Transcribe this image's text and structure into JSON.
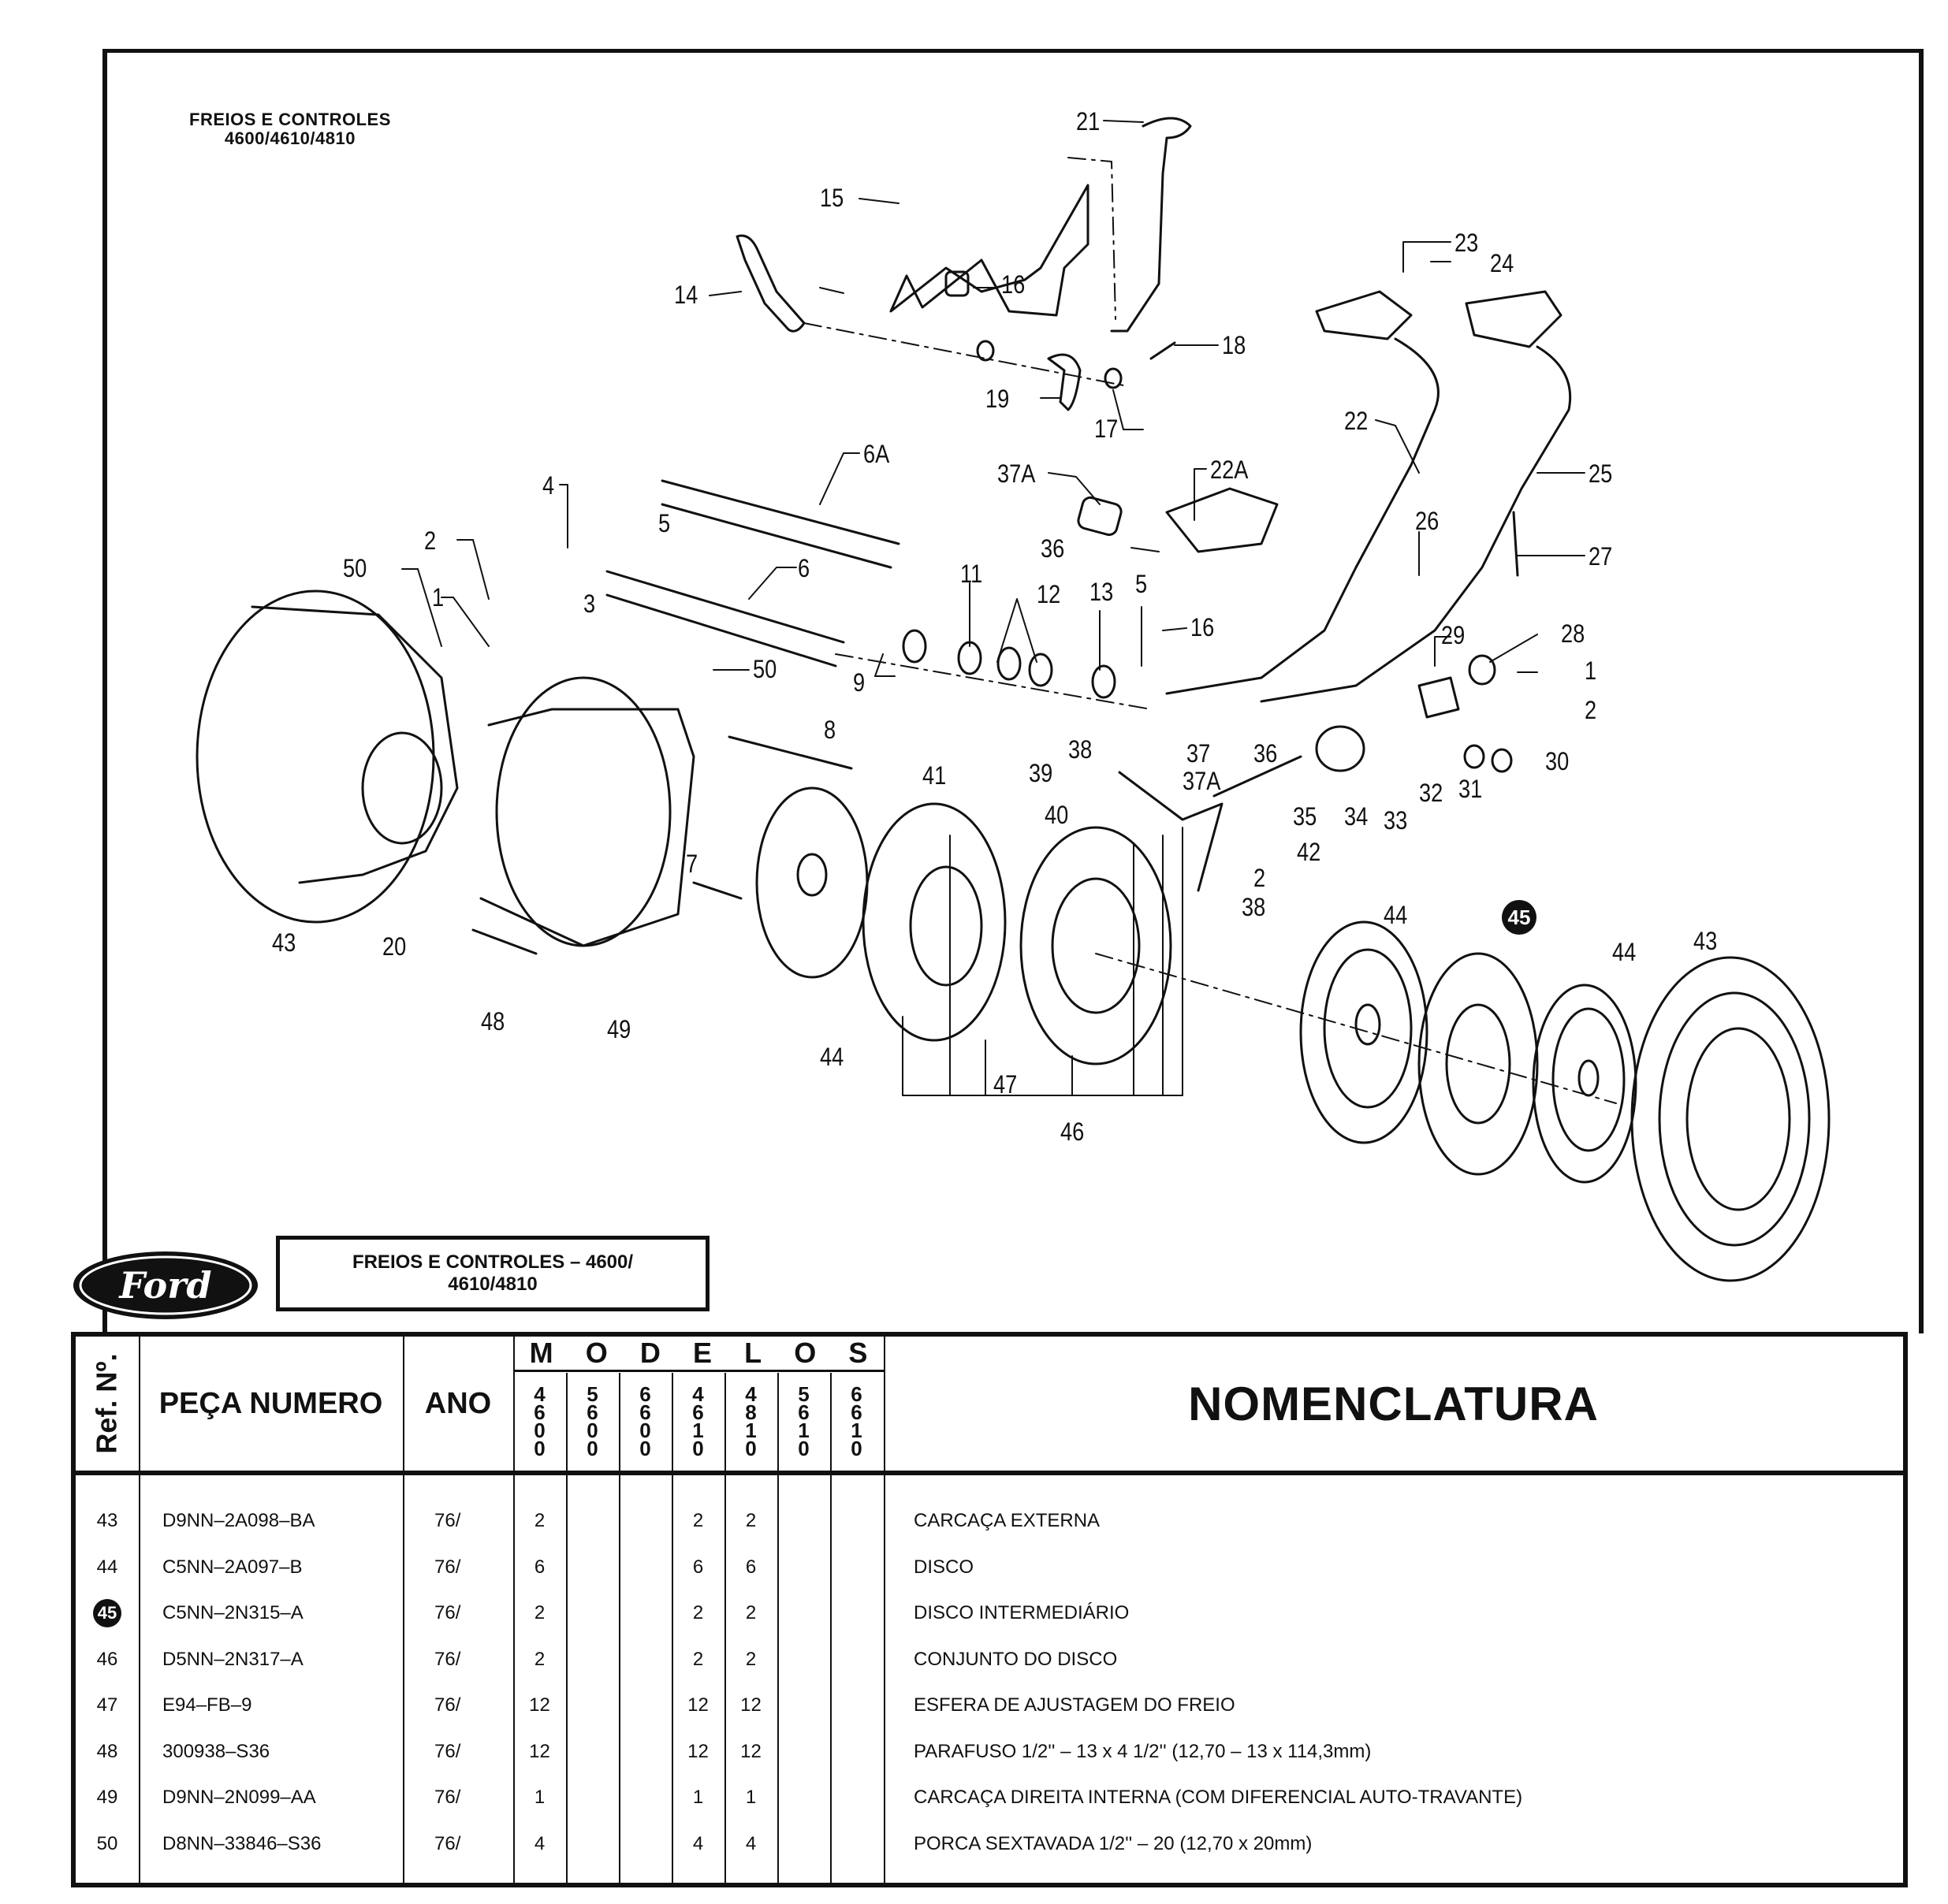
{
  "diagram": {
    "title_line1": "FREIOS E CONTROLES",
    "title_line2": "4600/4610/4810",
    "callouts": [
      {
        "id": "c21",
        "text": "21"
      },
      {
        "id": "c15",
        "text": "15"
      },
      {
        "id": "c16a",
        "text": "16"
      },
      {
        "id": "c14",
        "text": "14"
      },
      {
        "id": "c18",
        "text": "18"
      },
      {
        "id": "c19",
        "text": "19"
      },
      {
        "id": "c17",
        "text": "17"
      },
      {
        "id": "c23",
        "text": "23"
      },
      {
        "id": "c24",
        "text": "24"
      },
      {
        "id": "c22",
        "text": "22"
      },
      {
        "id": "c25",
        "text": "25"
      },
      {
        "id": "c6A",
        "text": "6A"
      },
      {
        "id": "c37A",
        "text": "37A"
      },
      {
        "id": "c22A",
        "text": "22A"
      },
      {
        "id": "c4",
        "text": "4"
      },
      {
        "id": "c5a",
        "text": "5"
      },
      {
        "id": "c36a",
        "text": "36"
      },
      {
        "id": "c26",
        "text": "26"
      },
      {
        "id": "c27",
        "text": "27"
      },
      {
        "id": "c50a",
        "text": "50"
      },
      {
        "id": "c2a",
        "text": "2"
      },
      {
        "id": "c6",
        "text": "6"
      },
      {
        "id": "c3",
        "text": "3"
      },
      {
        "id": "c1a",
        "text": "1"
      },
      {
        "id": "c11",
        "text": "11"
      },
      {
        "id": "c12",
        "text": "12"
      },
      {
        "id": "c13",
        "text": "13"
      },
      {
        "id": "c5b",
        "text": "5"
      },
      {
        "id": "c16b",
        "text": "16"
      },
      {
        "id": "c29",
        "text": "29"
      },
      {
        "id": "c28",
        "text": "28"
      },
      {
        "id": "c1b",
        "text": "1"
      },
      {
        "id": "c50b",
        "text": "50"
      },
      {
        "id": "c9",
        "text": "9"
      },
      {
        "id": "c2b",
        "text": "2"
      },
      {
        "id": "c8",
        "text": "8"
      },
      {
        "id": "c37",
        "text": "37"
      },
      {
        "id": "c37A2",
        "text": "37A"
      },
      {
        "id": "c36b",
        "text": "36"
      },
      {
        "id": "c32",
        "text": "32"
      },
      {
        "id": "c31",
        "text": "31"
      },
      {
        "id": "c30",
        "text": "30"
      },
      {
        "id": "c38a",
        "text": "38"
      },
      {
        "id": "c39",
        "text": "39"
      },
      {
        "id": "c41",
        "text": "41"
      },
      {
        "id": "c35",
        "text": "35"
      },
      {
        "id": "c34",
        "text": "34"
      },
      {
        "id": "c33",
        "text": "33"
      },
      {
        "id": "c40",
        "text": "40"
      },
      {
        "id": "c42",
        "text": "42"
      },
      {
        "id": "c7",
        "text": "7"
      },
      {
        "id": "c2c",
        "text": "2"
      },
      {
        "id": "c38b",
        "text": "38"
      },
      {
        "id": "c43a",
        "text": "43"
      },
      {
        "id": "c20",
        "text": "20"
      },
      {
        "id": "c44a",
        "text": "44"
      },
      {
        "id": "c45",
        "text": "45"
      },
      {
        "id": "c44b",
        "text": "44"
      },
      {
        "id": "c43b",
        "text": "43"
      },
      {
        "id": "c48",
        "text": "48"
      },
      {
        "id": "c49",
        "text": "49"
      },
      {
        "id": "c44c",
        "text": "44"
      },
      {
        "id": "c47",
        "text": "47"
      },
      {
        "id": "c46",
        "text": "46"
      }
    ]
  },
  "footer": {
    "brand": "Ford",
    "title_line1": "FREIOS E CONTROLES – 4600/",
    "title_line2": "4610/4810"
  },
  "table": {
    "headers": {
      "ref": "Ref. Nº.",
      "part": "PEÇA NUMERO",
      "year": "ANO",
      "models_title": [
        "M",
        "O",
        "D",
        "E",
        "L",
        "O",
        "S"
      ],
      "models": [
        "4600",
        "5600",
        "6600",
        "4610",
        "4810",
        "5610",
        "6610"
      ],
      "nomenclature": "NOMENCLATURA"
    },
    "rows": [
      {
        "ref": "43",
        "part": "D9NN–2A098–BA",
        "year": "76/",
        "qty": [
          "2",
          "",
          "",
          "2",
          "2",
          "",
          ""
        ],
        "desc": "CARCAÇA EXTERNA",
        "highlight": false
      },
      {
        "ref": "44",
        "part": "C5NN–2A097–B",
        "year": "76/",
        "qty": [
          "6",
          "",
          "",
          "6",
          "6",
          "",
          ""
        ],
        "desc": "DISCO",
        "highlight": false
      },
      {
        "ref": "45",
        "part": "C5NN–2N315–A",
        "year": "76/",
        "qty": [
          "2",
          "",
          "",
          "2",
          "2",
          "",
          ""
        ],
        "desc": "DISCO INTERMEDIÁRIO",
        "highlight": true
      },
      {
        "ref": "46",
        "part": "D5NN–2N317–A",
        "year": "76/",
        "qty": [
          "2",
          "",
          "",
          "2",
          "2",
          "",
          ""
        ],
        "desc": "CONJUNTO DO DISCO",
        "highlight": false
      },
      {
        "ref": "47",
        "part": "E94–FB–9",
        "year": "76/",
        "qty": [
          "12",
          "",
          "",
          "12",
          "12",
          "",
          ""
        ],
        "desc": "ESFERA DE AJUSTAGEM DO FREIO",
        "highlight": false
      },
      {
        "ref": "48",
        "part": "300938–S36",
        "year": "76/",
        "qty": [
          "12",
          "",
          "",
          "12",
          "12",
          "",
          ""
        ],
        "desc": "PARAFUSO 1/2'' – 13 x 4 1/2'' (12,70 – 13 x 114,3mm)",
        "highlight": false
      },
      {
        "ref": "49",
        "part": "D9NN–2N099–AA",
        "year": "76/",
        "qty": [
          "1",
          "",
          "",
          "1",
          "1",
          "",
          ""
        ],
        "desc": "CARCAÇA DIREITA INTERNA (COM DIFERENCIAL AUTO-TRAVANTE)",
        "highlight": false
      },
      {
        "ref": "50",
        "part": "D8NN–33846–S36",
        "year": "76/",
        "qty": [
          "4",
          "",
          "",
          "4",
          "4",
          "",
          ""
        ],
        "desc": "PORCA SEXTAVADA 1/2'' – 20 (12,70 x 20mm)",
        "highlight": false
      }
    ]
  }
}
